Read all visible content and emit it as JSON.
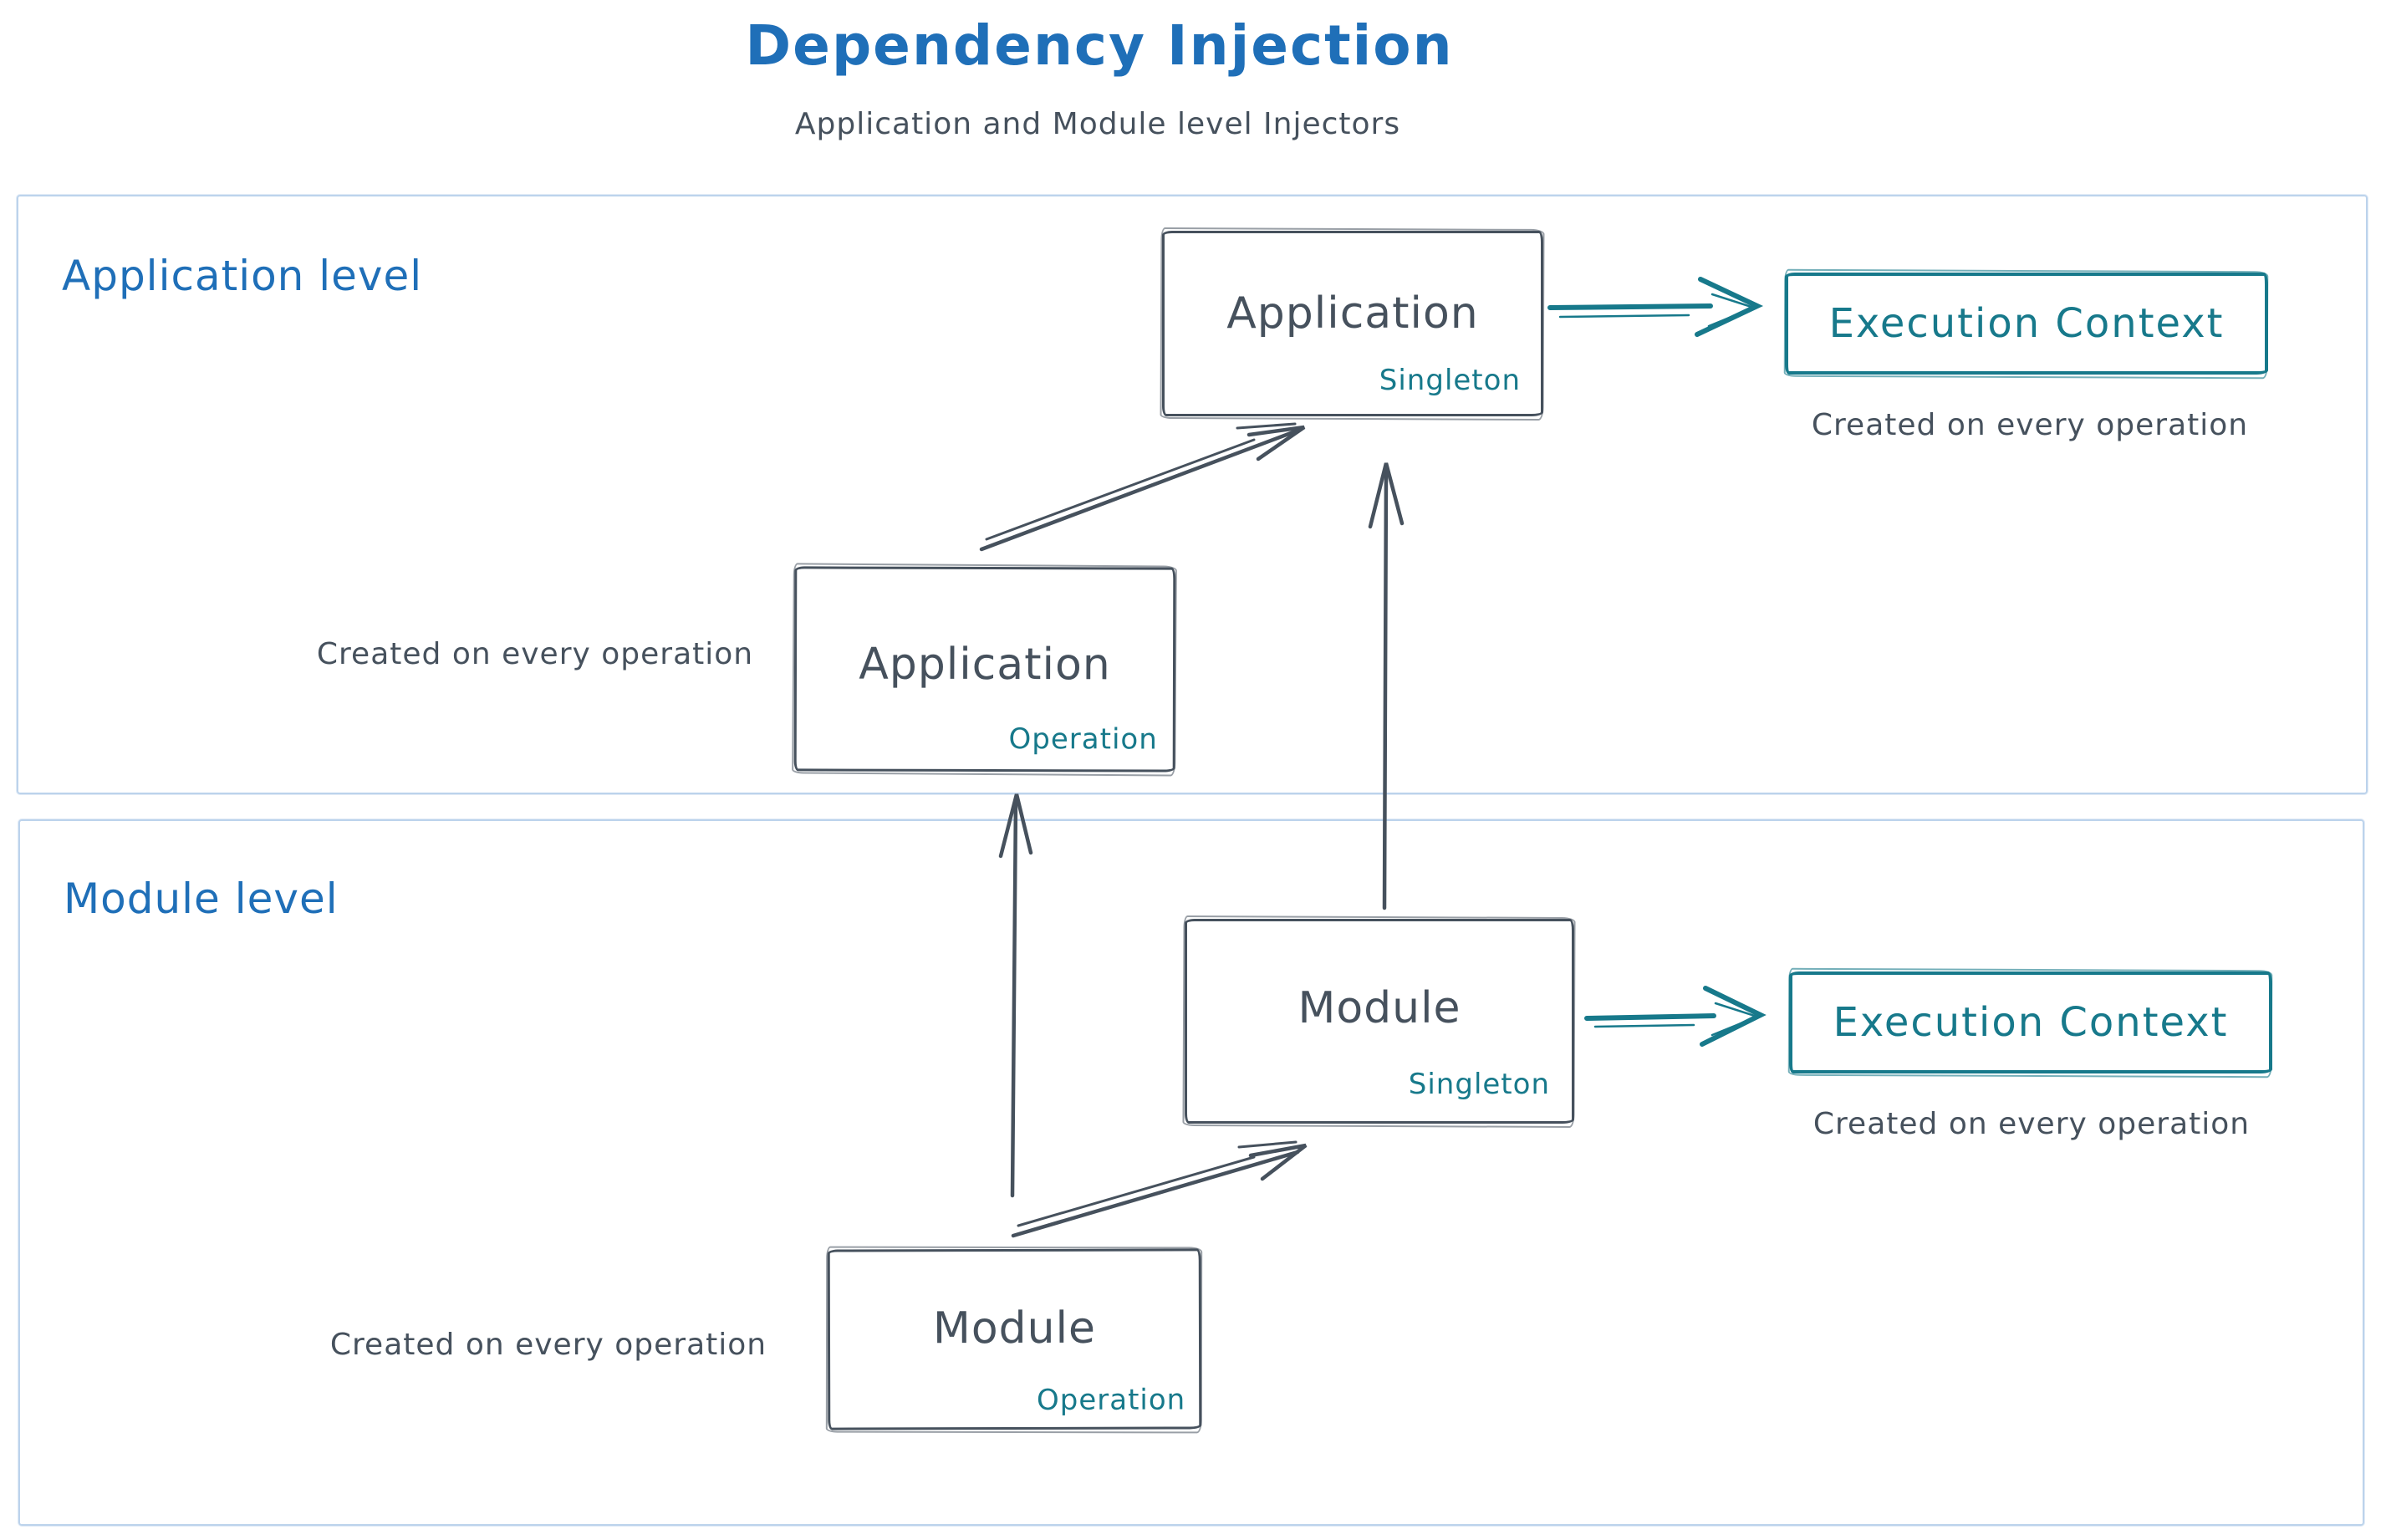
{
  "title": "Dependency Injection",
  "subtitle": "Application and Module level Injectors",
  "colors": {
    "blue": "#1f6fb8",
    "dark": "#46515d",
    "teal": "#17798b",
    "frame": "#bcd3ec",
    "bg": "#ffffff"
  },
  "app_section": {
    "label": "Application level",
    "singleton_box": {
      "title": "Application",
      "badge": "Singleton"
    },
    "operation_box": {
      "title": "Application",
      "badge": "Operation"
    },
    "execution_box": {
      "title": "Execution Context"
    },
    "execution_caption": "Created on every operation",
    "operation_caption": "Created on every operation"
  },
  "module_section": {
    "label": "Module level",
    "singleton_box": {
      "title": "Module",
      "badge": "Singleton"
    },
    "operation_box": {
      "title": "Module",
      "badge": "Operation"
    },
    "execution_box": {
      "title": "Execution Context"
    },
    "execution_caption": "Created on every operation",
    "operation_caption": "Created on every operation"
  }
}
